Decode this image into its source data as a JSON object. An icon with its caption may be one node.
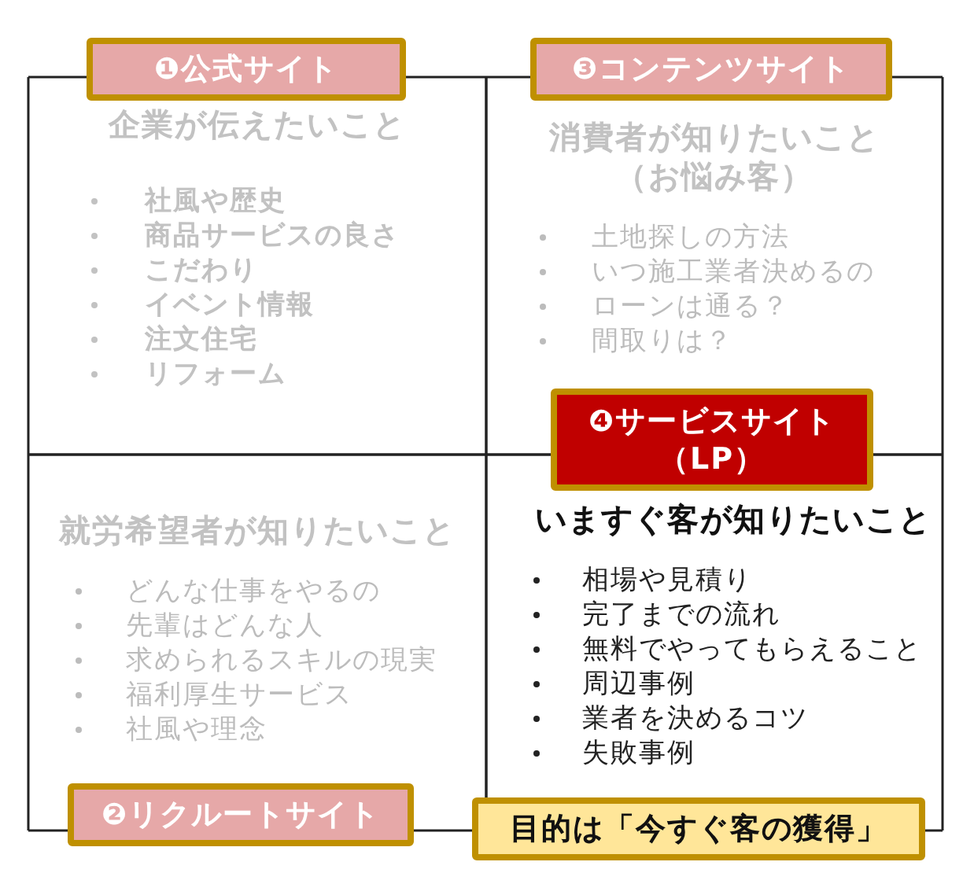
{
  "diagram": {
    "nodes": [
      {
        "text": [
          "❶公式サイト"
        ]
      },
      {
        "text": [
          "❸コンテンツサイト"
        ]
      },
      {
        "text": [
          "企業が伝えたいこと",
          "社風や歴史",
          "商品サービスの良さ",
          "こだわり",
          "イベント情報",
          "注文住宅",
          "リフォーム"
        ]
      },
      {
        "text": [
          "消費者が知りたいこと（お悩み客）",
          "土地探しの方法",
          "いつ施工業者決めるの",
          "ローンは通る？",
          "間取りは？"
        ]
      },
      {
        "text": [
          "❹サービスサイト（LP）"
        ]
      },
      {
        "text": [
          "就労希望者が知りたいこと",
          "どんな仕事をやるの",
          "先輩はどんな人",
          "求められるスキルの現実",
          "福利厚生サービス",
          "社風や理念"
        ]
      },
      {
        "text": [
          "いますぐ客が知りたいこと",
          "相場や見積り",
          "完了までの流れ",
          "無料でやってもらえること",
          "周辺事例",
          "業者を決めるコツ",
          "失敗事例"
        ]
      },
      {
        "text": [
          "❷リクルートサイト"
        ]
      },
      {
        "text": [
          "目的は「今すぐ客の獲得」"
        ]
      }
    ]
  }
}
